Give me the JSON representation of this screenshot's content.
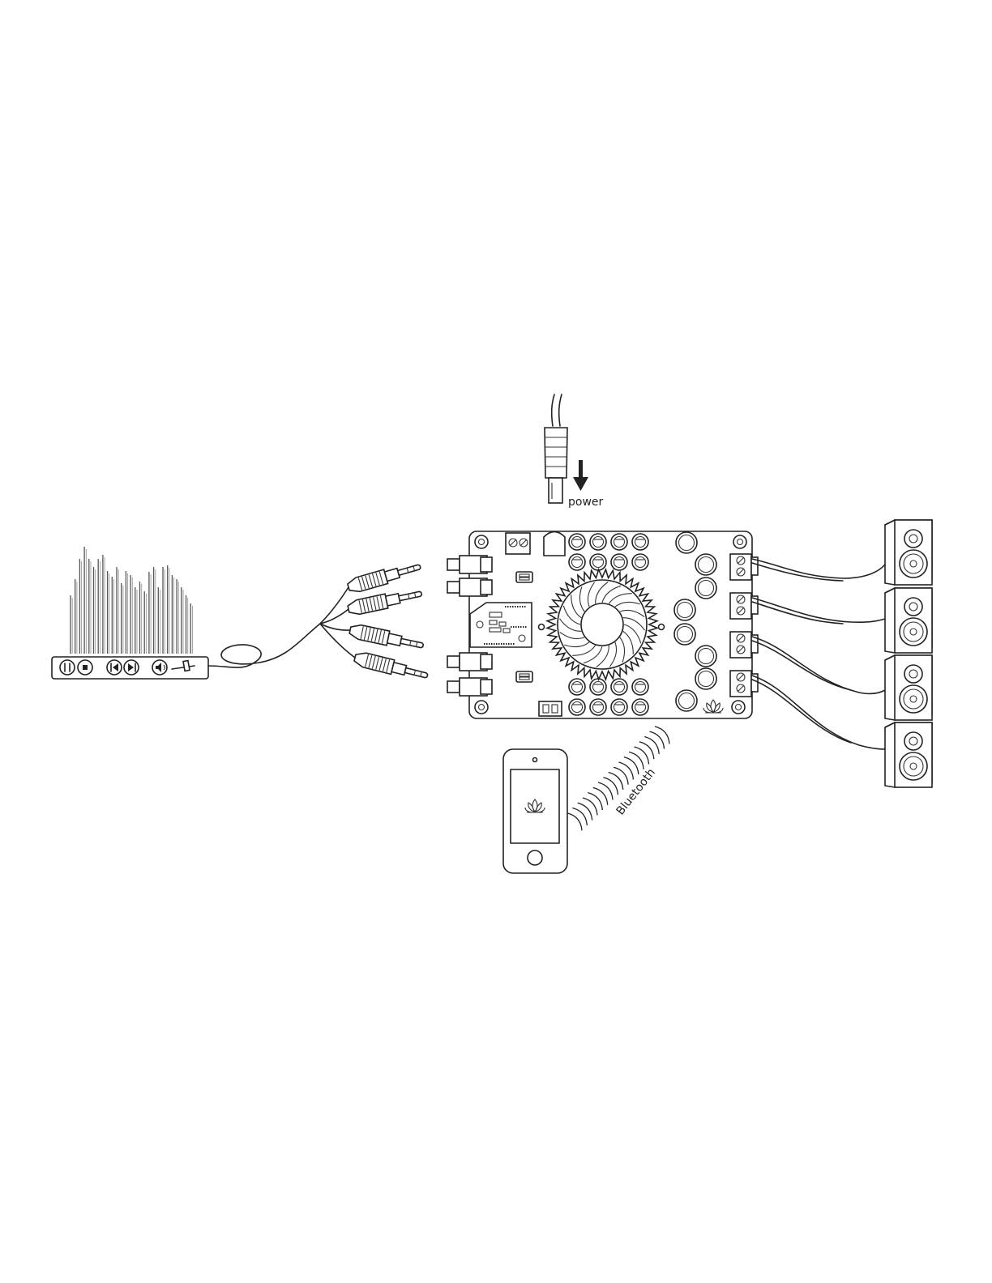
{
  "labels": {
    "power": "power",
    "bluetooth": "Bluetooth"
  },
  "devices": {
    "speaker_count": 4,
    "audio_jack_count": 4
  },
  "icons": [
    "pause-icon",
    "stop-icon",
    "previous-icon",
    "next-icon",
    "volume-icon",
    "lotus-logo-icon",
    "power-arrow-icon"
  ]
}
